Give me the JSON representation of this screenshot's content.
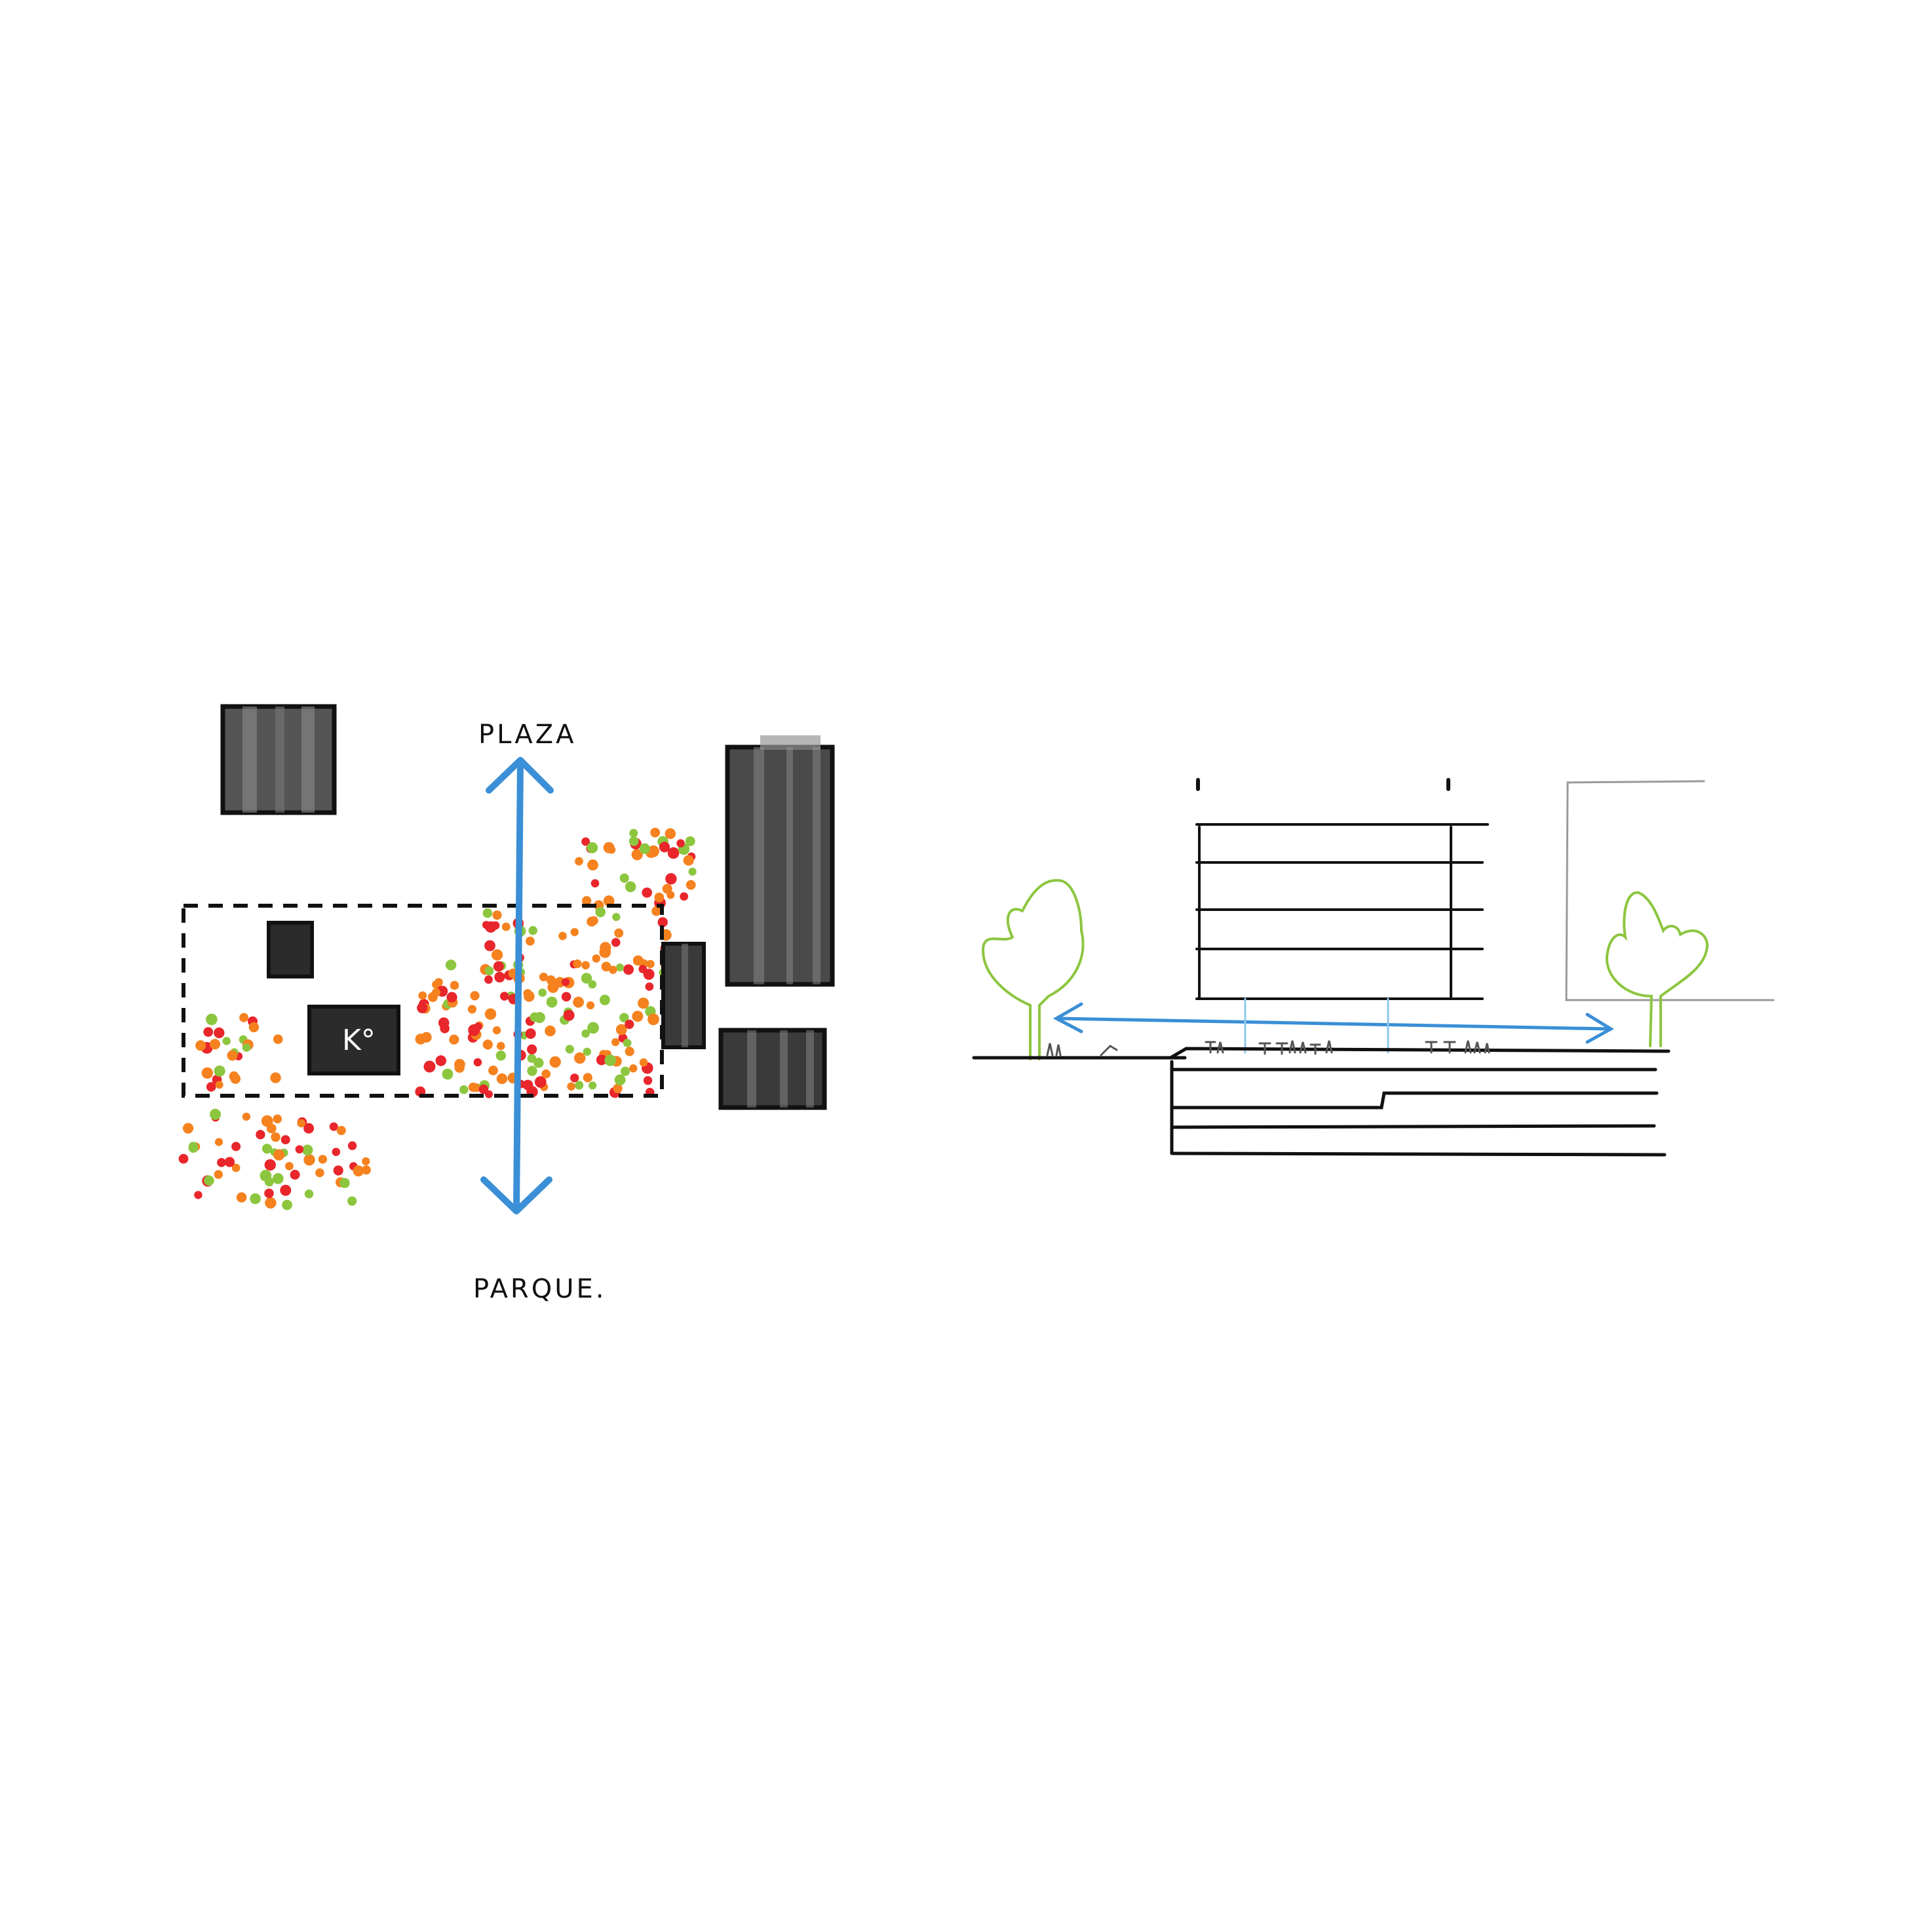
{
  "plan": {
    "label_top": "PLAZA",
    "label_bottom": "PARQUE.",
    "building_label": "K°"
  },
  "colors": {
    "arrow": "#3a8fd6",
    "building_dark": "#2b2b2b",
    "building_grey": "#555555",
    "dot_red": "#e8262b",
    "dot_orange": "#f5821f",
    "dot_green": "#8cc63f",
    "tree": "#8cc63f",
    "line": "#111111",
    "faint_line": "#9a9a9a"
  }
}
